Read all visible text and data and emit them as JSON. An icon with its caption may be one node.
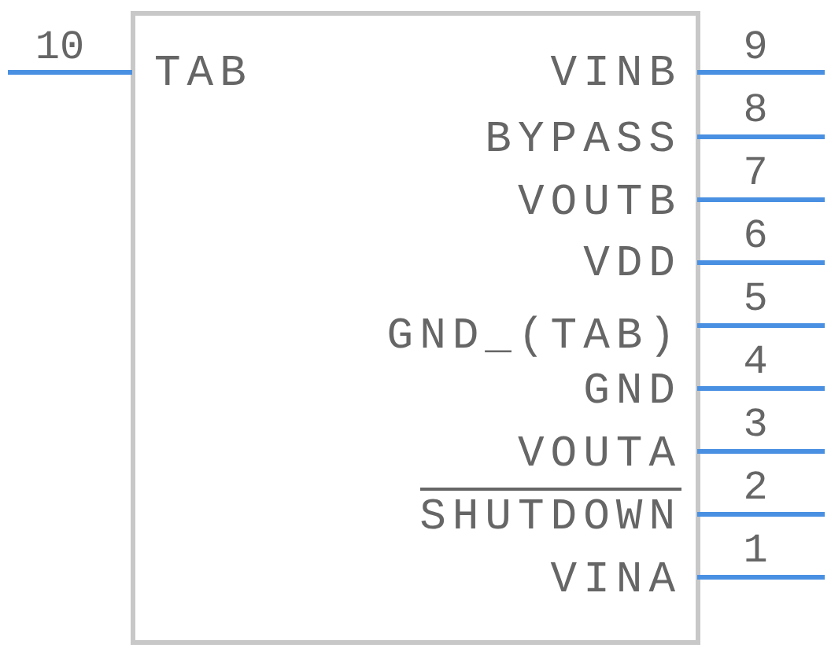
{
  "diagram": {
    "nodes": [
      {
        "text": [],
        "shape": "box"
      }
    ],
    "labels": [
      "10",
      "TAB",
      "9",
      "VINB",
      "8",
      "BYPASS",
      "7",
      "VOUTB",
      "6",
      "VDD",
      "5",
      "GND_(TAB)",
      "4",
      "GND",
      "3",
      "VOUTA",
      "2",
      "SHUTDOWN",
      "1",
      "VINA"
    ]
  }
}
